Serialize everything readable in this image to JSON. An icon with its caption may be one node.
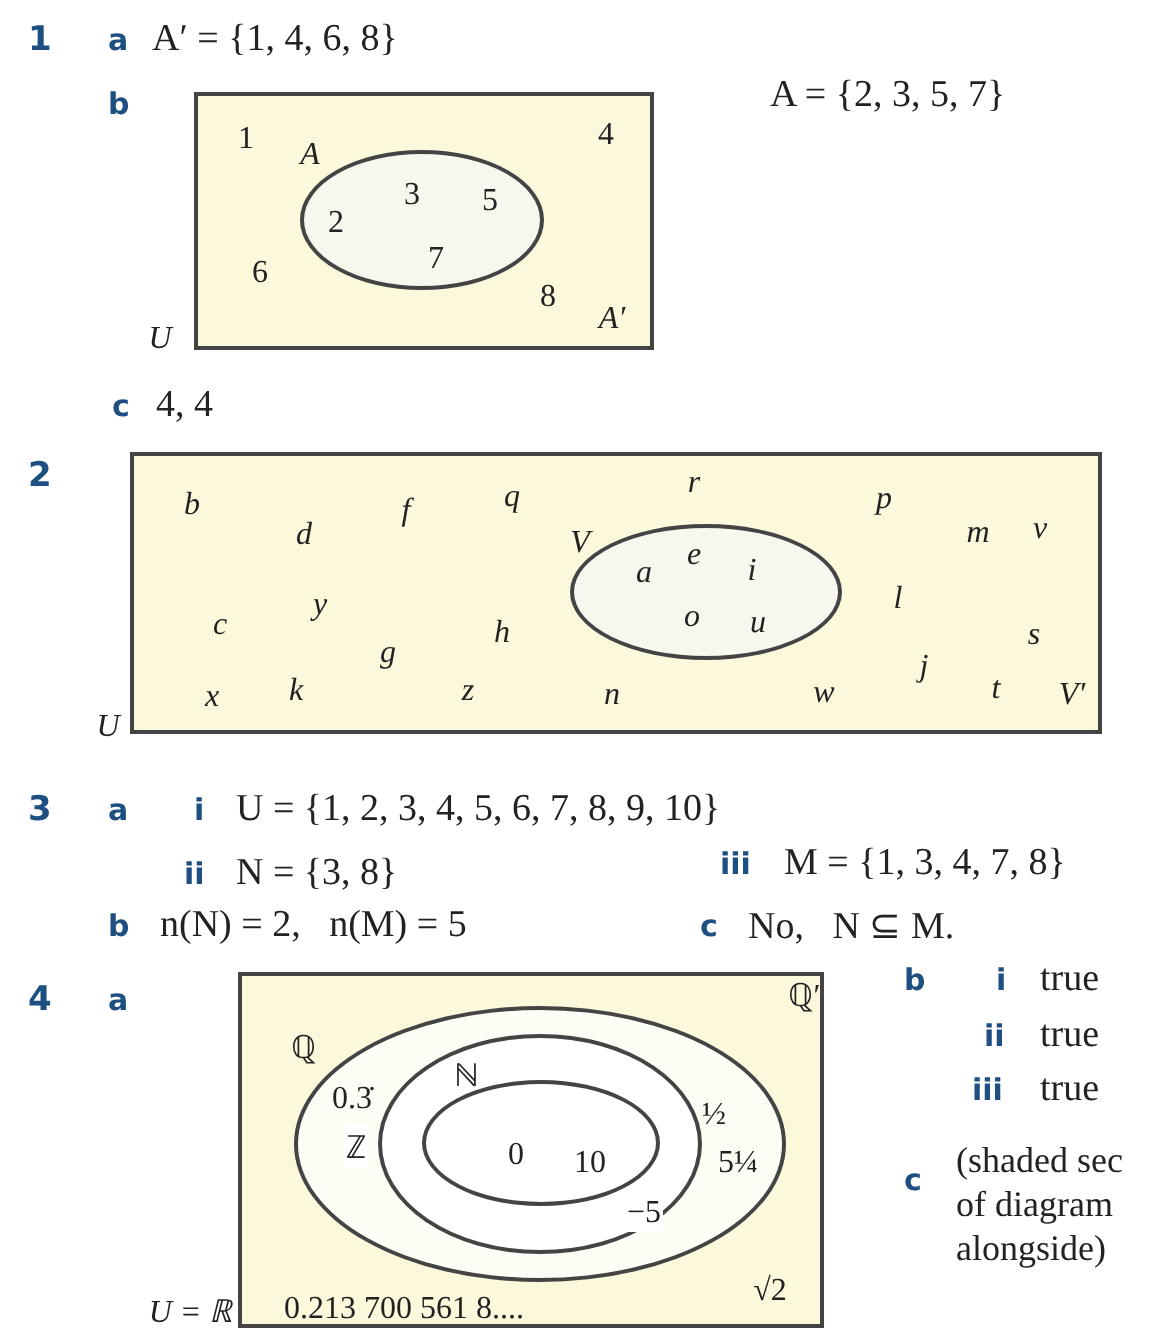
{
  "diagram": {
    "nodes": [
      {
        "text": [
          "1",
          "4",
          "6",
          "8",
          "A′",
          "U"
        ]
      },
      {
        "text": [
          "A",
          "3",
          "5",
          "2",
          "7"
        ],
        "in": 0
      },
      {
        "text": [
          "b",
          "d",
          "f",
          "q",
          "r",
          "p",
          "m",
          "v",
          "c",
          "y",
          "l",
          "h",
          "g",
          "s",
          "j",
          "x",
          "k",
          "z",
          "n",
          "w",
          "t",
          "V′",
          "U"
        ]
      },
      {
        "text": [
          "V",
          "e",
          "a",
          "i",
          "o",
          "u"
        ],
        "in": 2
      },
      {
        "text": [
          "ℚ′",
          "√2",
          "0.213 700 561 8....",
          "U = ℝ"
        ]
      },
      {
        "text": [
          "ℚ",
          "0.3̇",
          "½",
          "5¼"
        ],
        "in": 4
      },
      {
        "text": [
          "ℤ",
          "−5"
        ],
        "in": 5
      },
      {
        "text": [
          "ℕ",
          "0",
          "10"
        ],
        "in": 6
      }
    ],
    "edges": [],
    "labels": [
      "1",
      "a",
      "A′ = {1, 4, 6, 8}",
      "b",
      "A = {2, 3, 5, 7}",
      "c",
      "4, 4",
      "2",
      "3",
      "a",
      "i",
      "U = {1, 2, 3, 4, 5, 6, 7, 8, 9, 10}",
      "ii",
      "N = {3, 8}",
      "iii",
      "M = {1, 3, 4, 7, 8}",
      "b",
      "n(N) = 2,   n(M) = 5",
      "c",
      "No,   N ⊆ M.",
      "4",
      "a",
      "b",
      "i",
      "true",
      "ii",
      "true",
      "iii",
      "true",
      "c",
      "(shaded sec of diagram alongside)"
    ]
  }
}
